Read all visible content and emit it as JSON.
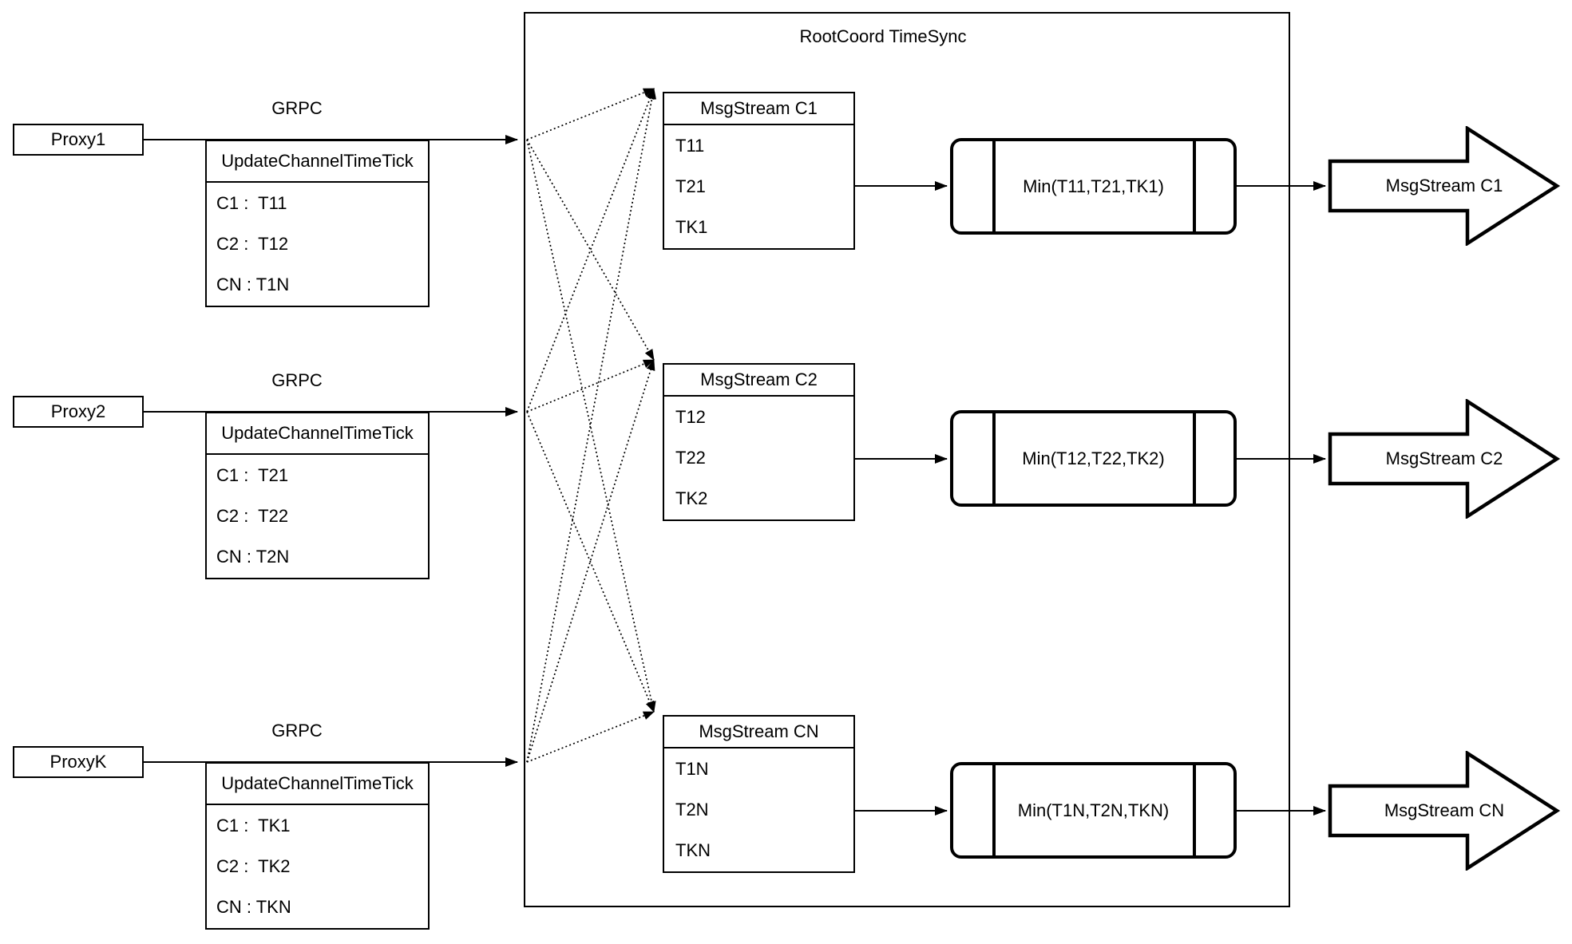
{
  "diagram": {
    "container_title": "RootCoord TimeSync",
    "colors": {
      "background": "#ffffff",
      "stroke": "#000000"
    },
    "rows": [
      {
        "proxy_label": "Proxy1",
        "grpc_label": "GRPC",
        "tick_table": {
          "header": "UpdateChannelTimeTick",
          "entries": [
            "C1 :  T11",
            "C2 :  T12",
            "CN : T1N"
          ]
        },
        "stream_table": {
          "header": "MsgStream C1",
          "entries": [
            "T11",
            "T21",
            "TK1"
          ]
        },
        "min_label": "Min(T11,T21,TK1)",
        "output_arrow_label": "MsgStream C1"
      },
      {
        "proxy_label": "Proxy2",
        "grpc_label": "GRPC",
        "tick_table": {
          "header": "UpdateChannelTimeTick",
          "entries": [
            "C1 :  T21",
            "C2 :  T22",
            "CN : T2N"
          ]
        },
        "stream_table": {
          "header": "MsgStream C2",
          "entries": [
            "T12",
            "T22",
            "TK2"
          ]
        },
        "min_label": "Min(T12,T22,TK2)",
        "output_arrow_label": "MsgStream C2"
      },
      {
        "proxy_label": "ProxyK",
        "grpc_label": "GRPC",
        "tick_table": {
          "header": "UpdateChannelTimeTick",
          "entries": [
            "C1 :  TK1",
            "C2 :  TK2",
            "CN : TKN"
          ]
        },
        "stream_table": {
          "header": "MsgStream CN",
          "entries": [
            "T1N",
            "T2N",
            "TKN"
          ]
        },
        "min_label": "Min(T1N,T2N,TKN)",
        "output_arrow_label": "MsgStream CN"
      }
    ]
  }
}
